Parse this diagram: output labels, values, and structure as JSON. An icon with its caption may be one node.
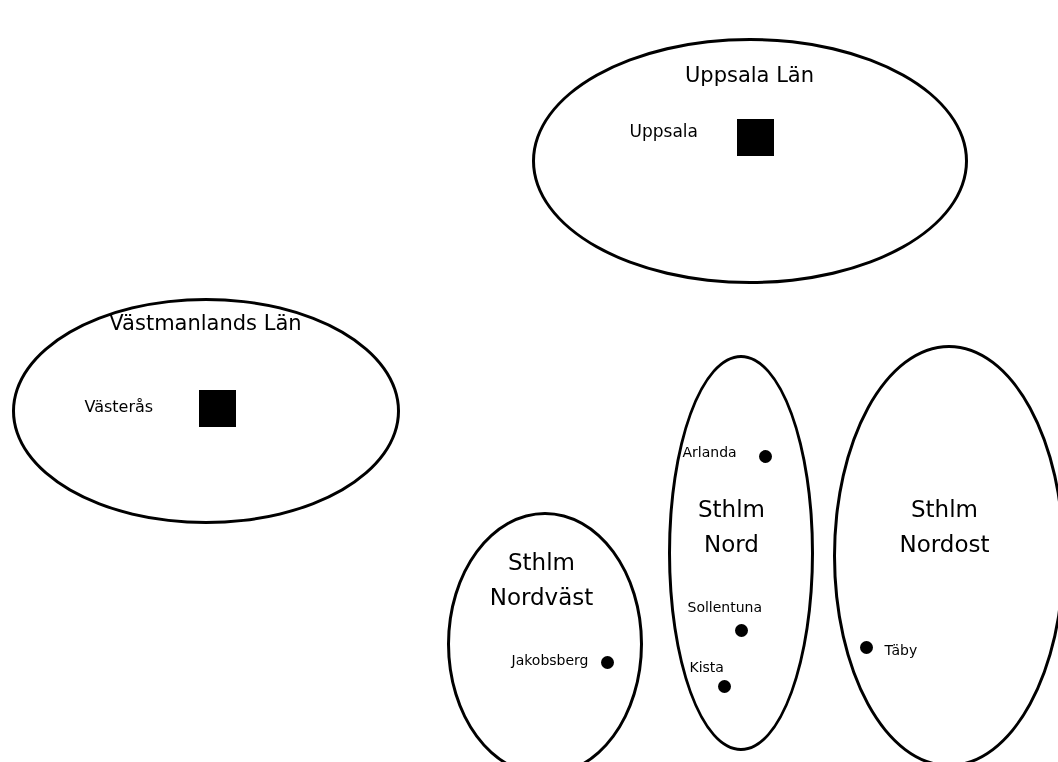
{
  "diagram": {
    "nodes": [
      {
        "text": [
          "Uppsala Län"
        ]
      },
      {
        "text": [],
        "shape": "box",
        "in": 0,
        "beside": [
          "Uppsala"
        ]
      },
      {
        "text": [
          "Västmanlands Län"
        ]
      },
      {
        "text": [],
        "shape": "box",
        "in": 2,
        "beside": [
          "Västerås"
        ]
      },
      {
        "text": [
          "Sthlm Nord"
        ]
      },
      {
        "text": [],
        "shape": "circle",
        "in": 4,
        "beside": [
          "Arlanda"
        ]
      },
      {
        "text": [],
        "shape": "circle",
        "in": 4,
        "beside": [
          "Sollentuna"
        ]
      },
      {
        "text": [],
        "shape": "circle",
        "in": 4,
        "beside": [
          "Kista"
        ]
      },
      {
        "text": [
          "Sthlm Nordost"
        ]
      },
      {
        "text": [],
        "shape": "circle",
        "in": 8,
        "beside": [
          "Täby"
        ]
      },
      {
        "text": [
          "Sthlm Nordväst"
        ]
      },
      {
        "text": [],
        "shape": "circle",
        "in": 10,
        "beside": [
          "Jakobsberg"
        ]
      }
    ],
    "edges": []
  }
}
